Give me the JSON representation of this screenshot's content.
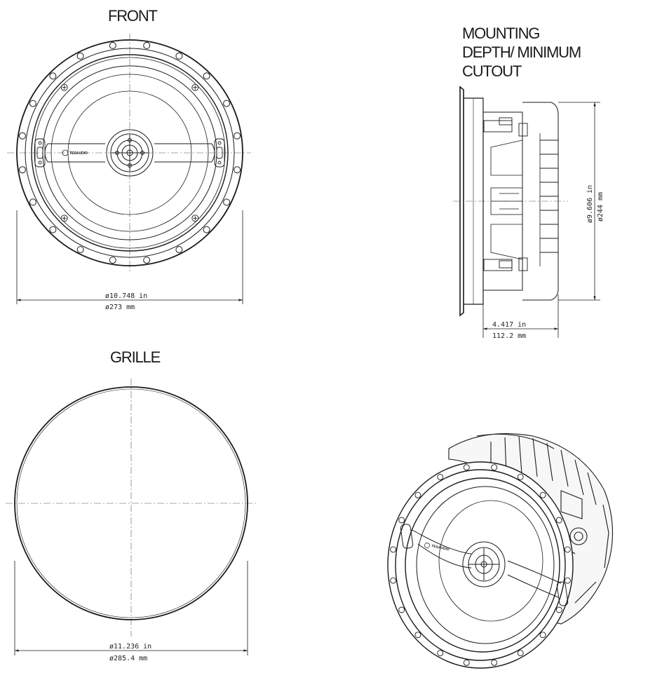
{
  "views": {
    "front": {
      "title": "FRONT",
      "dim_in": "ø10.748 in",
      "dim_mm": "ø273 mm",
      "logo_text": "TESAUDIO"
    },
    "mounting": {
      "title_lines": [
        "MOUNTING",
        "DEPTH/ MINIMUM",
        "CUTOUT"
      ],
      "depth_in": "4.417 in",
      "depth_mm": "112.2 mm",
      "cutout_in": "ø9.606 in",
      "cutout_mm": "ø244 mm"
    },
    "grille": {
      "title": "GRILLE",
      "dim_in": "ø11.236 in",
      "dim_mm": "ø285.4 mm"
    },
    "perspective": {
      "logo_text": "TESAUDIO"
    }
  },
  "colors": {
    "line": "#1a1a1a",
    "centerline": "#555555",
    "background": "#ffffff"
  }
}
